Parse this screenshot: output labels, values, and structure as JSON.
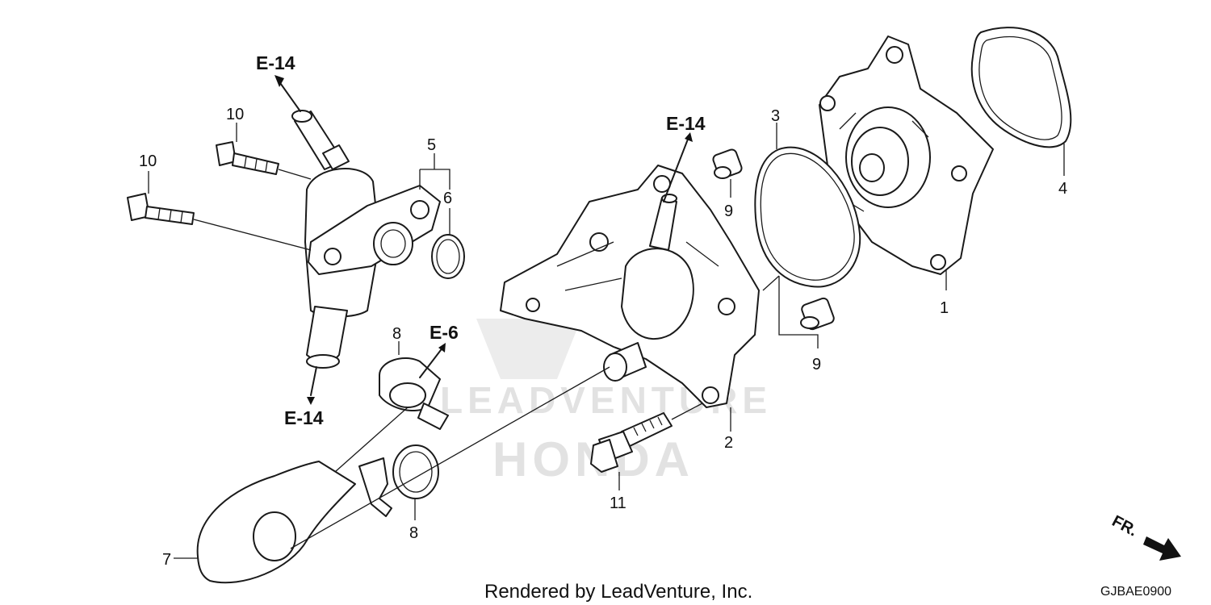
{
  "callouts": {
    "c1": "1",
    "c2": "2",
    "c3": "3",
    "c4": "4",
    "c5": "5",
    "c6": "6",
    "c7": "7",
    "c8a": "8",
    "c8b": "8",
    "c9a": "9",
    "c9b": "9",
    "c10a": "10",
    "c10b": "10",
    "c11": "11"
  },
  "references": {
    "top_left": "E-14",
    "bottom_left": "E-14",
    "center": "E-14",
    "clamp": "E-6"
  },
  "watermark": {
    "line1": "LEADVENTURE",
    "line2": "HONDA"
  },
  "footer": {
    "credit": "Rendered by LeadVenture, Inc.",
    "diagram_code": "GJBAE0900",
    "direction": "FR."
  }
}
